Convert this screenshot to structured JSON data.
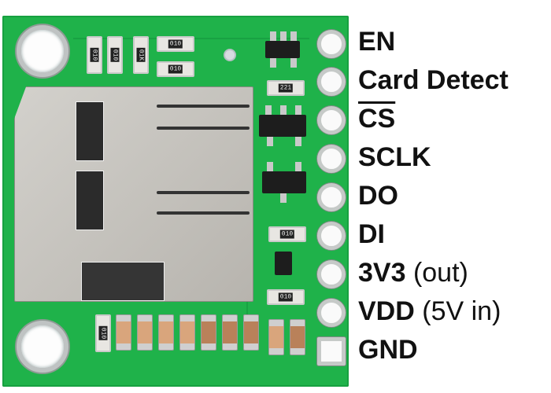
{
  "product": {
    "type": "microSD card breakout board",
    "colors": {
      "pcb": "#1fb24a",
      "pad": "#c6cac8",
      "label_text": "#111111",
      "background": "#ffffff"
    }
  },
  "pins": [
    {
      "name": "EN",
      "note": "",
      "overbar": false
    },
    {
      "name": "Card Detect",
      "note": "",
      "overbar": false
    },
    {
      "name": "CS",
      "note": "",
      "overbar": true
    },
    {
      "name": "SCLK",
      "note": "",
      "overbar": false
    },
    {
      "name": "DO",
      "note": "",
      "overbar": false
    },
    {
      "name": "DI",
      "note": "",
      "overbar": false
    },
    {
      "name": "3V3",
      "note": "(out)",
      "overbar": false
    },
    {
      "name": "VDD",
      "note": "(5V in)",
      "overbar": false
    },
    {
      "name": "GND",
      "note": "",
      "overbar": false
    }
  ],
  "components": {
    "resistor_markings": [
      "010",
      "010",
      "01K",
      "010",
      "010",
      "221",
      "010",
      "010",
      "010"
    ]
  }
}
